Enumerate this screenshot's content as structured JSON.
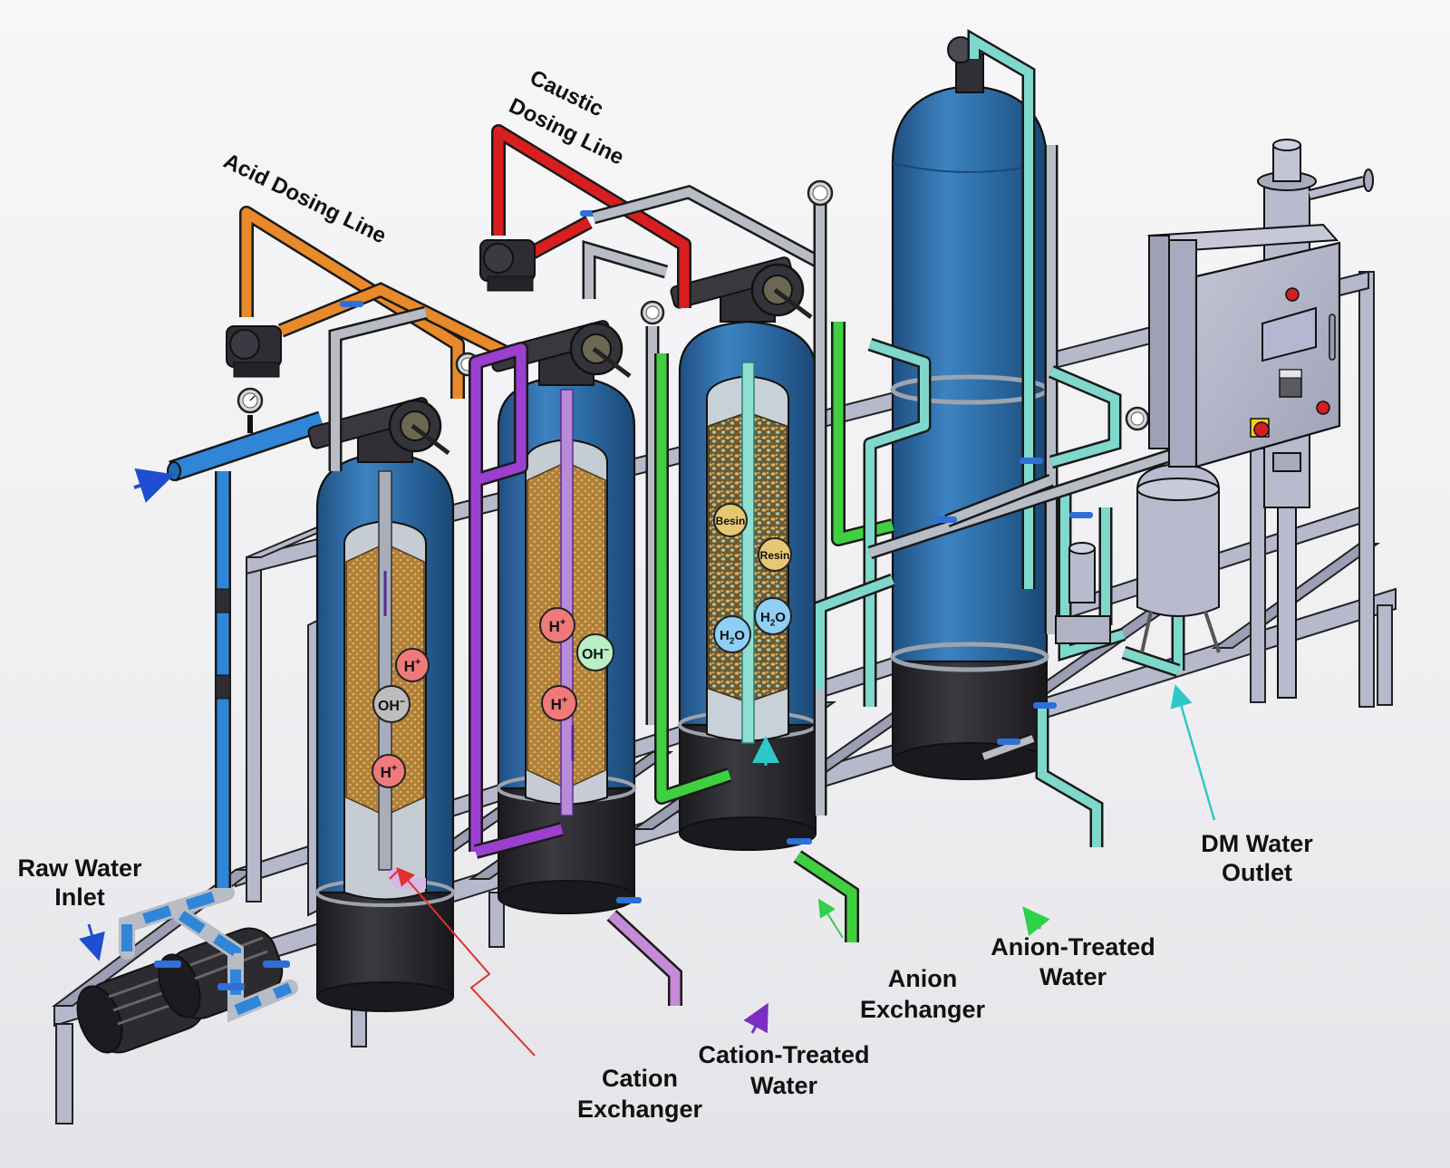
{
  "title": "Demineralization (DM) Water Treatment Plant",
  "labels": {
    "acid_dosing": "Acid Dosing Line",
    "caustic_dosing_1": "Caustic",
    "caustic_dosing_2": "Dosing Line",
    "raw_water_1": "Raw Water",
    "raw_water_2": "Inlet",
    "cation_exchanger_1": "Cation",
    "cation_exchanger_2": "Exchanger",
    "cation_treated_1": "Cation-Treated",
    "cation_treated_2": "Water",
    "anion_exchanger_1": "Anion",
    "anion_exchanger_2": "Exchanger",
    "anion_treated_1": "Anion-Treated",
    "anion_treated_2": "Water",
    "dm_outlet_1": "DM Water",
    "dm_outlet_2": "Outlet"
  },
  "ions": {
    "tank1": [
      "H+",
      "OH-",
      "H+"
    ],
    "tank2": [
      "H+",
      "OH-",
      "H+"
    ],
    "tank3": [
      "Besin",
      "Resin",
      "H2O",
      "H2O"
    ]
  },
  "colors": {
    "background": "#f2f2f4",
    "tank_blue": "#2f6fa8",
    "tank_base": "#2a2a2e",
    "raw_water_pipe": "#2f86d8",
    "acid_line": "#e88a2a",
    "caustic_line": "#d81e1e",
    "cation_treated_pipe": "#9b3fd0",
    "anion_treated_pipe": "#3fcf3f",
    "dm_water_pipe": "#7fd8cc",
    "resin": "#b8863a",
    "h_ion": "#f07a7a",
    "oh_ion_grey": "#bdbdbd",
    "oh_ion_green": "#b9f0c3",
    "h2o_ion": "#8fcff5",
    "resin_ball": "#e8c774",
    "frame": "#b6b8cc",
    "panel": "#aeb0c4",
    "red_button": "#d21f1f"
  },
  "control_panel": {
    "indicator": "red-indicator",
    "display": "screen",
    "switch": "selector-switch",
    "emergency_stop": "emergency-stop-button"
  }
}
